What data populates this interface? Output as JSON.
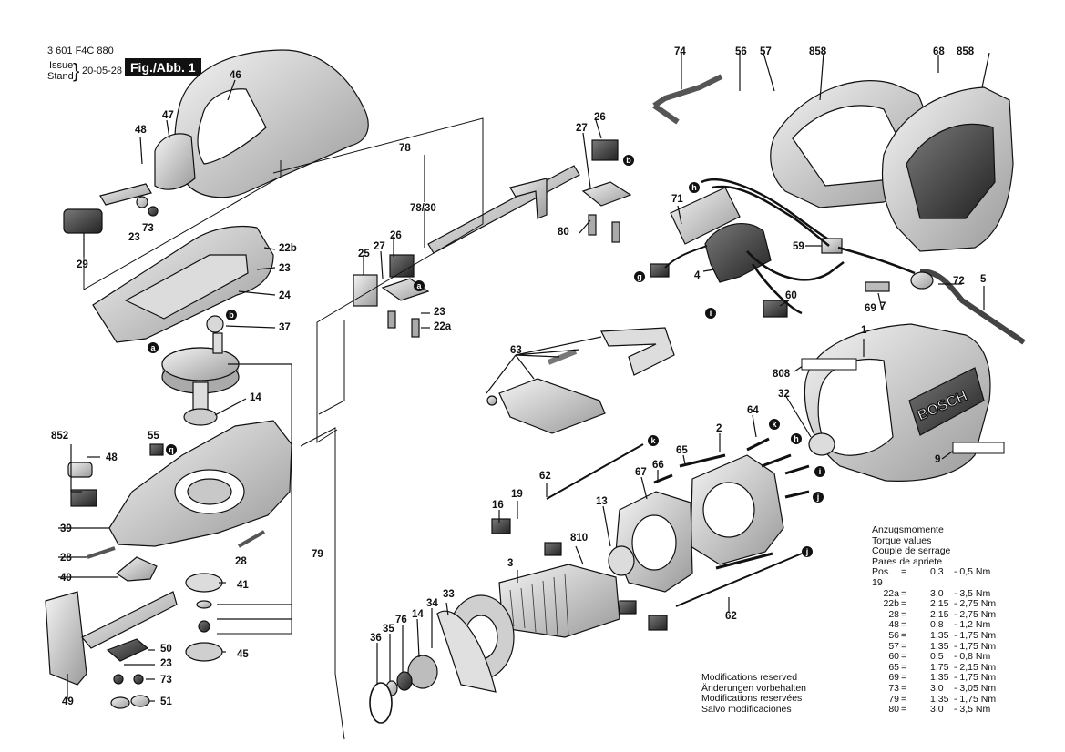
{
  "header": {
    "doc_number": "3 601 F4C 880",
    "issue_label_1": "Issue",
    "issue_label_2": "Stand",
    "issue_date": "20-05-28",
    "figure_label": "Fig./Abb. 1"
  },
  "brand_label": "BOSCH",
  "part_labels": [
    "1",
    "2",
    "3",
    "4",
    "5",
    "7",
    "9",
    "13",
    "14",
    "16",
    "19",
    "22a",
    "22b",
    "23",
    "24",
    "25",
    "26",
    "27",
    "28",
    "29",
    "32",
    "33",
    "34",
    "35",
    "36",
    "37",
    "39",
    "40",
    "41",
    "45",
    "46",
    "47",
    "48",
    "49",
    "50",
    "51",
    "55",
    "56",
    "57",
    "59",
    "60",
    "62",
    "63",
    "64",
    "65",
    "66",
    "67",
    "68",
    "69",
    "71",
    "72",
    "73",
    "74",
    "76",
    "78",
    "78/30",
    "79",
    "80",
    "808",
    "810",
    "852",
    "858"
  ],
  "connector_markers": [
    "a",
    "b",
    "g",
    "h",
    "i",
    "j",
    "k",
    "q"
  ],
  "torque_table": {
    "headings": [
      "Anzugsmomente",
      "Torque values",
      "Couple de serrage",
      "Pares de apriete"
    ],
    "rows": [
      {
        "pos": "Pos. 19",
        "eq": "=",
        "min": "0,3",
        "max": "- 0,5 Nm"
      },
      {
        "pos": "22a",
        "eq": "=",
        "min": "3,0",
        "max": "- 3,5 Nm"
      },
      {
        "pos": "22b",
        "eq": "=",
        "min": "2,15",
        "max": "- 2,75 Nm"
      },
      {
        "pos": "28",
        "eq": "=",
        "min": "2,15",
        "max": "- 2,75 Nm"
      },
      {
        "pos": "48",
        "eq": "=",
        "min": "0,8",
        "max": "- 1,2 Nm"
      },
      {
        "pos": "56",
        "eq": "=",
        "min": "1,35",
        "max": "- 1,75 Nm"
      },
      {
        "pos": "57",
        "eq": "=",
        "min": "1,35",
        "max": "- 1,75 Nm"
      },
      {
        "pos": "60",
        "eq": "=",
        "min": "0,5",
        "max": "- 0,8 Nm"
      },
      {
        "pos": "65",
        "eq": "=",
        "min": "1,75",
        "max": "- 2,15 Nm"
      },
      {
        "pos": "69",
        "eq": "=",
        "min": "1,35",
        "max": "- 1,75 Nm"
      },
      {
        "pos": "73",
        "eq": "=",
        "min": "3,0",
        "max": "- 3,05 Nm"
      },
      {
        "pos": "79",
        "eq": "=",
        "min": "1,35",
        "max": "- 1,75 Nm"
      },
      {
        "pos": "80",
        "eq": "=",
        "min": "3,0",
        "max": "- 3,5 Nm"
      }
    ]
  },
  "notes": [
    "Modifications reserved",
    "Änderungen vorbehalten",
    "Modifications reservées",
    "Salvo modificaciones"
  ]
}
